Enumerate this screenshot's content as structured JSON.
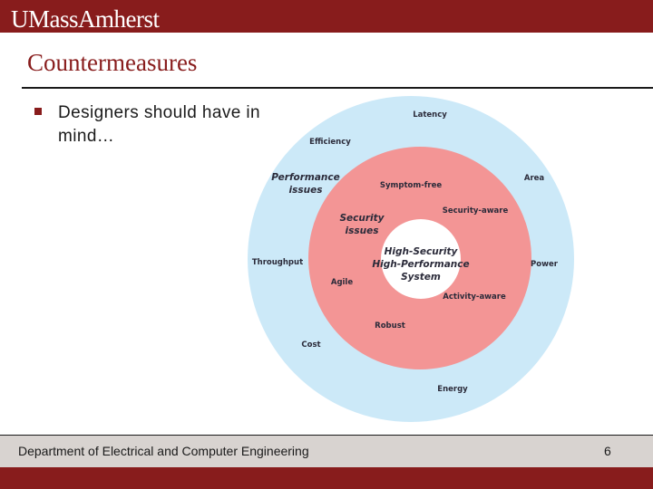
{
  "header": {
    "logo_text": "UMassAmherst"
  },
  "slide": {
    "title": "Countermeasures",
    "bullet": "Designers should have in mind…"
  },
  "diagram": {
    "colors": {
      "outer": "#cce9f8",
      "middle": "#f39595",
      "inner": "#ffffff"
    },
    "center_label": [
      "High-Security",
      "High-Performance",
      "System"
    ],
    "middle_ring_title": [
      "Security",
      "issues"
    ],
    "middle_ring_items": [
      "Symptom-free",
      "Security-aware",
      "Agile",
      "Activity-aware",
      "Robust"
    ],
    "outer_ring_title": [
      "Performance",
      "issues"
    ],
    "outer_ring_items": [
      "Latency",
      "Efficiency",
      "Area",
      "Throughput",
      "Power",
      "Cost",
      "Energy"
    ]
  },
  "footer": {
    "department": "Department of Electrical and Computer Engineering",
    "page_number": "6"
  },
  "theme": {
    "brand_color": "#881c1c",
    "footer_gray": "#d8d3d0"
  }
}
